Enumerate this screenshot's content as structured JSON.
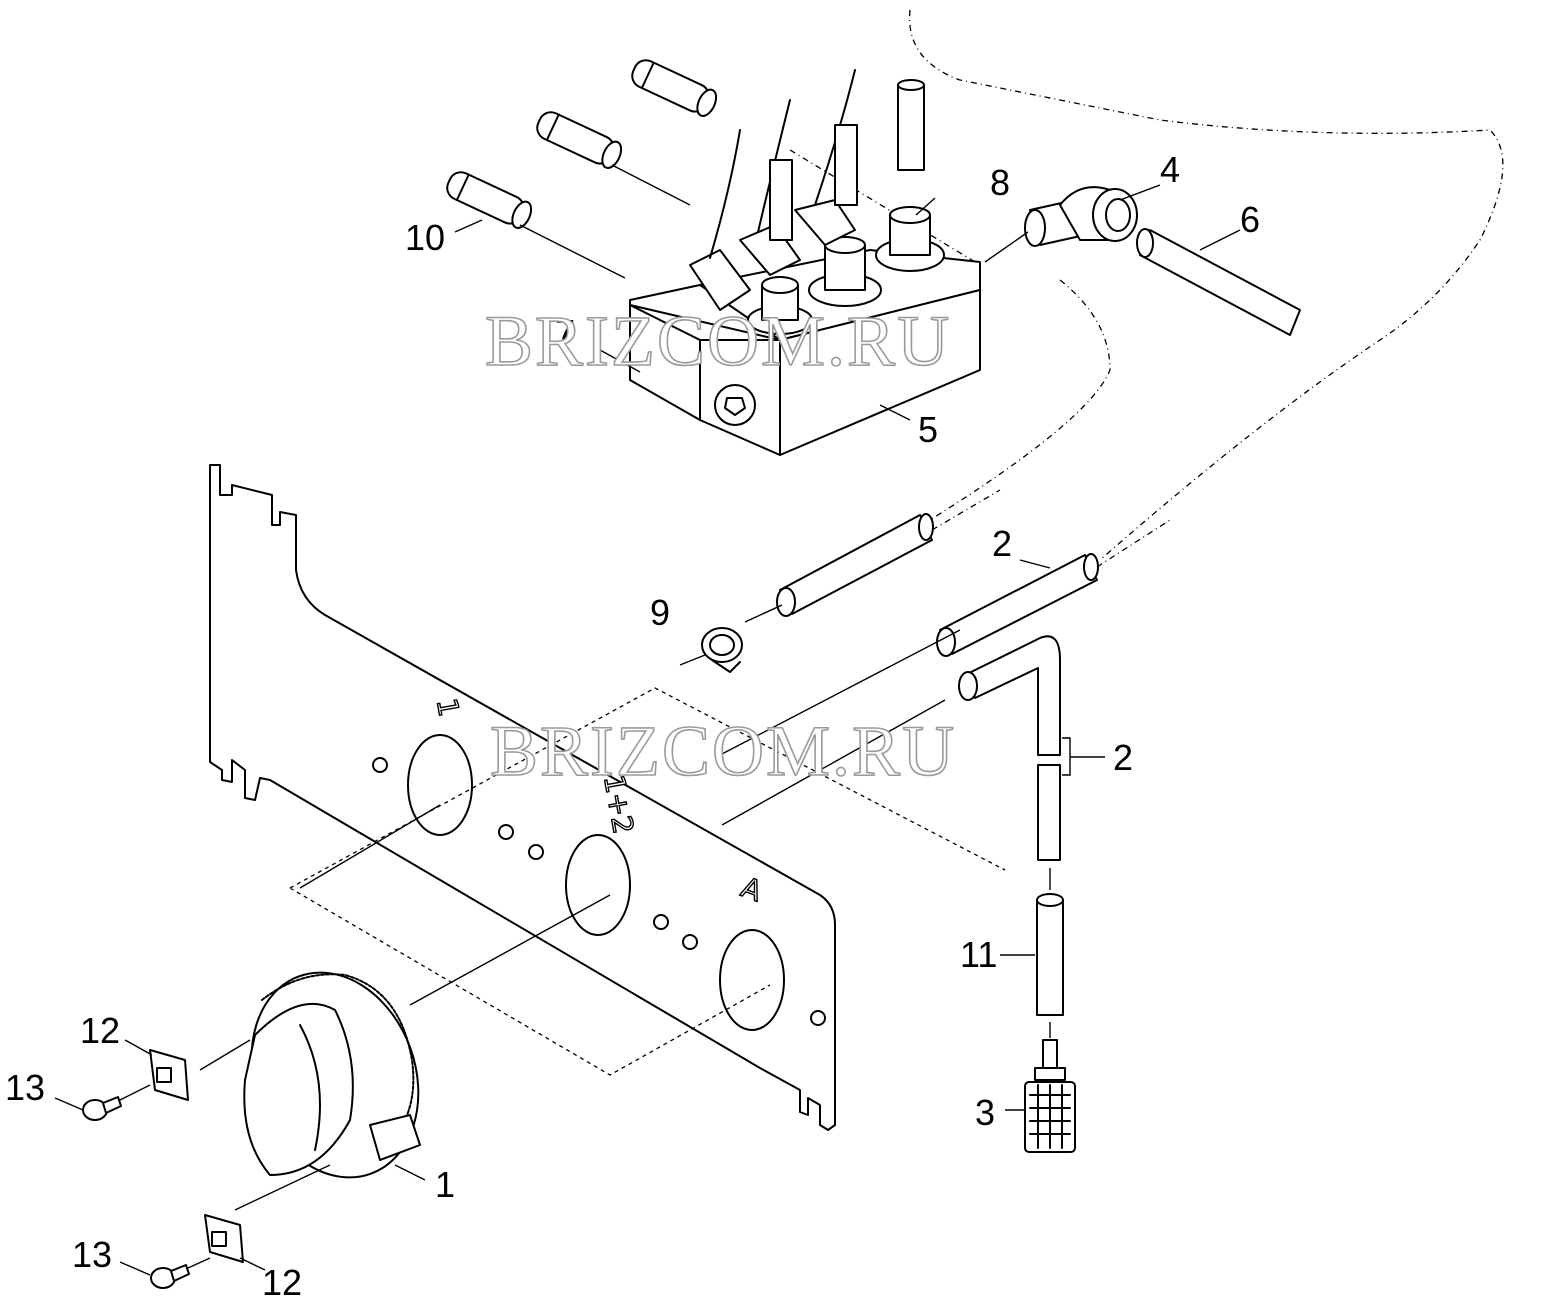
{
  "watermark": {
    "text": "BRIZCOM.RU"
  },
  "callouts": {
    "c1": "1",
    "c2a": "2",
    "c2b": "2",
    "c3": "3",
    "c4": "4",
    "c5": "5",
    "c6": "6",
    "c7": "7",
    "c8": "8",
    "c9": "9",
    "c10": "10",
    "c11": "11",
    "c12a": "12",
    "c12b": "12",
    "c13a": "13",
    "c13b": "13"
  },
  "panel_markings": {
    "left": "1",
    "middle": "1+2",
    "right": "A"
  }
}
